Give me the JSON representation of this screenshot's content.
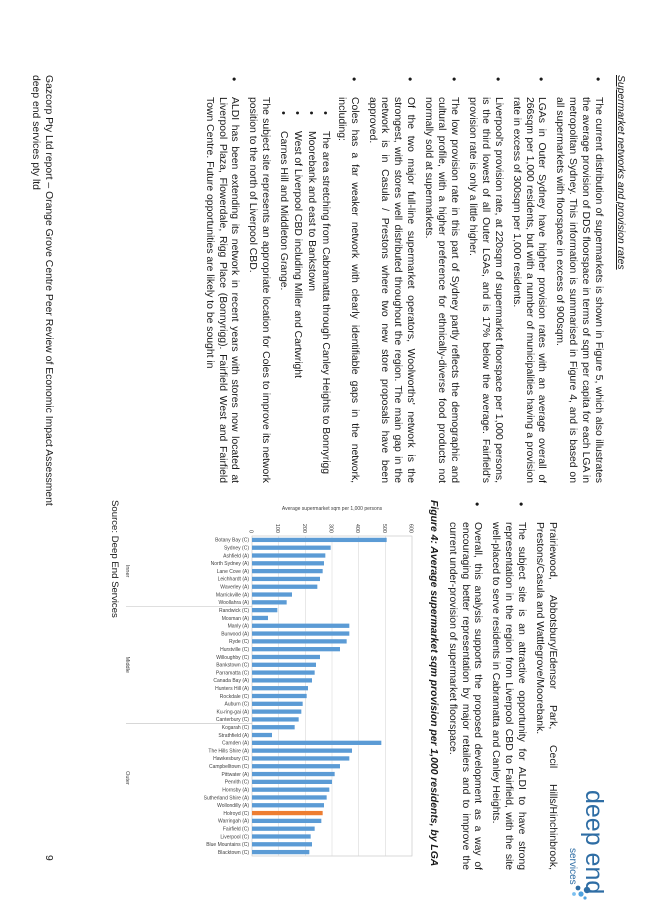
{
  "heading": "Supermarket networks and provision rates",
  "left_bullets": [
    "The current distribution of supermarkets is shown in Figure 5, which also illustrates the average provision of DDS floorspace in terms of sqm per capita for each LGA in metropolitan Sydney. This information is summarised in Figure 4, and is based on all supermarkets with floorspace in excess of 900sqm.",
    "LGAs in Outer Sydney have higher provision rates with an average overall of 266sqm per 1,000 residents, but with a number of municipalities having a provision rate in excess of 300sqm per 1,000 residents.",
    "Liverpool's provision rate, at 220sqm of supermarket floorspace per 1,000 persons, is the third lowest of all Outer LGAs, and is 17% below the average. Fairfield's provision rate is only a little higher.",
    "The low provision rate in this part of Sydney partly reflects the demographic and cultural profile, with a higher preference for ethnically-diverse food products not normally sold at supermarkets.",
    "Of the two major full-line supermarket operators, Woolworths' network is the strongest, with stores well distributed throughout the region. The main gap in the network is in Casula / Prestons where two new store proposals have been approved.",
    "Coles has a far weaker network with clearly identifiable gaps in the network, including:"
  ],
  "coles_gaps": [
    "The area stretching from Cabramatta through Canley Heights to Bonnyrigg",
    "Moorebank and east to Bankstown",
    "West of Liverpool CBD including Miller and Cartwright",
    "Carnes Hill and Middleton Grange."
  ],
  "left_continuation": "The subject site represents an appropriate location for Coles to improve its network position to the north of Liverpool CBD.",
  "aldi_bullet": "ALDI has been extending its network in recent years with stores now located at Liverpool Plaza, Flowerdale, Rigg Place (Bonnyrigg). Fairfield West and Fairfield Town Centre. Future opportunities are likely to be sought in",
  "right_continuation": "Prairiewood, Abbotsbury/Edensor Park, Cecil Hills/Hinchinbrook, Prestons/Casula and Wattlegrove/Moorebank.",
  "right_bullets": [
    "The subject site is an attractive opportunity for ALDI to have strong representation in the region from Liverpool CBD to Fairfield, with the site well-placed to serve residents in Cabramatta and Canley Heights.",
    "Overall, this analysis supports the proposed development as a way of encouraging better representation by major retailers and to improve the current under-provision of supermarket floorspace."
  ],
  "figure_caption": "Figure 4: Average supermarket sqm provision per 1,000 residents, by LGA",
  "source": "Source: Deep End Services",
  "footer": {
    "line1": "Gazcorp Pty Ltd report – Orange Grove Centre Peer Review of Economic Impact Assessment",
    "line2": "deep end services pty ltd",
    "page_number": "9"
  },
  "logo": {
    "word": "deep end",
    "sub": "services"
  },
  "colors": {
    "bar": "#5b9bd5",
    "highlight": "#ed7d31",
    "logo_blue": "#2e6da4"
  },
  "chart_data": {
    "type": "bar",
    "ylabel": "Average supermarket sqm per 1,000 persons",
    "ylim": [
      0,
      600
    ],
    "yticks": [
      0,
      100,
      200,
      300,
      400,
      500,
      600
    ],
    "grid": true,
    "groups": [
      {
        "name": "Inner",
        "start": 0,
        "end": 8
      },
      {
        "name": "Middle",
        "start": 9,
        "end": 23
      },
      {
        "name": "Outer",
        "start": 24,
        "end": 37
      }
    ],
    "highlight_index": 35,
    "categories": [
      "Botany Bay (C)",
      "Sydney (C)",
      "Ashfield (A)",
      "North Sydney (A)",
      "Lane Cove (A)",
      "Leichhardt (A)",
      "Waverley (A)",
      "Marrickville (A)",
      "Woollahra (A)",
      "Randwick (C)",
      "Mosman (A)",
      "Manly (A)",
      "Burwood (A)",
      "Ryde (C)",
      "Hurstville (C)",
      "Willoughby (C)",
      "Bankstown (C)",
      "Parramatta (C)",
      "Canada Bay (A)",
      "Hunters Hill (A)",
      "Rockdale (C)",
      "Auburn (C)",
      "Ku-ring-gai (A)",
      "Canterbury (C)",
      "Kogarah (C)",
      "Strathfield (A)",
      "Camden (A)",
      "The Hills Shire (A)",
      "Hawkesbury (C)",
      "Campbelltown (C)",
      "Pittwater (A)",
      "Penrith (C)",
      "Hornsby (A)",
      "Sutherland Shire (A)",
      "Wollondilly (A)",
      "Holroyd (C)",
      "Warringah (A)",
      "Fairfield (C)",
      "Liverpool (C)",
      "Blue Mountains (C)",
      "Blacktown (C)"
    ],
    "values": [
      505,
      295,
      275,
      270,
      265,
      255,
      245,
      150,
      130,
      95,
      60,
      365,
      365,
      355,
      330,
      255,
      240,
      235,
      225,
      210,
      205,
      190,
      185,
      175,
      160,
      75,
      485,
      375,
      365,
      330,
      310,
      300,
      290,
      280,
      270,
      265,
      260,
      235,
      220,
      225,
      215
    ]
  }
}
